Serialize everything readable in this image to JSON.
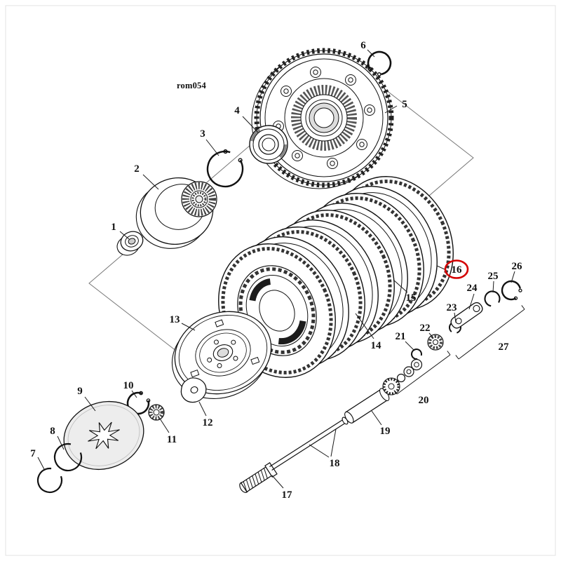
{
  "diagram": {
    "code": "rom054",
    "highlight_color": "#d40000",
    "highlighted_part": "16",
    "parts": {
      "p1": "1",
      "p2": "2",
      "p3": "3",
      "p4": "4",
      "p5": "5",
      "p6": "6",
      "p7": "7",
      "p8": "8",
      "p9": "9",
      "p10": "10",
      "p11": "11",
      "p12": "12",
      "p13": "13",
      "p14": "14",
      "p15": "15",
      "p16": "16",
      "p17": "17",
      "p18": "18",
      "p19": "19",
      "p20": "20",
      "p21": "21",
      "p22": "22",
      "p23": "23",
      "p24": "24",
      "p25": "25",
      "p26": "26",
      "p27": "27"
    }
  }
}
